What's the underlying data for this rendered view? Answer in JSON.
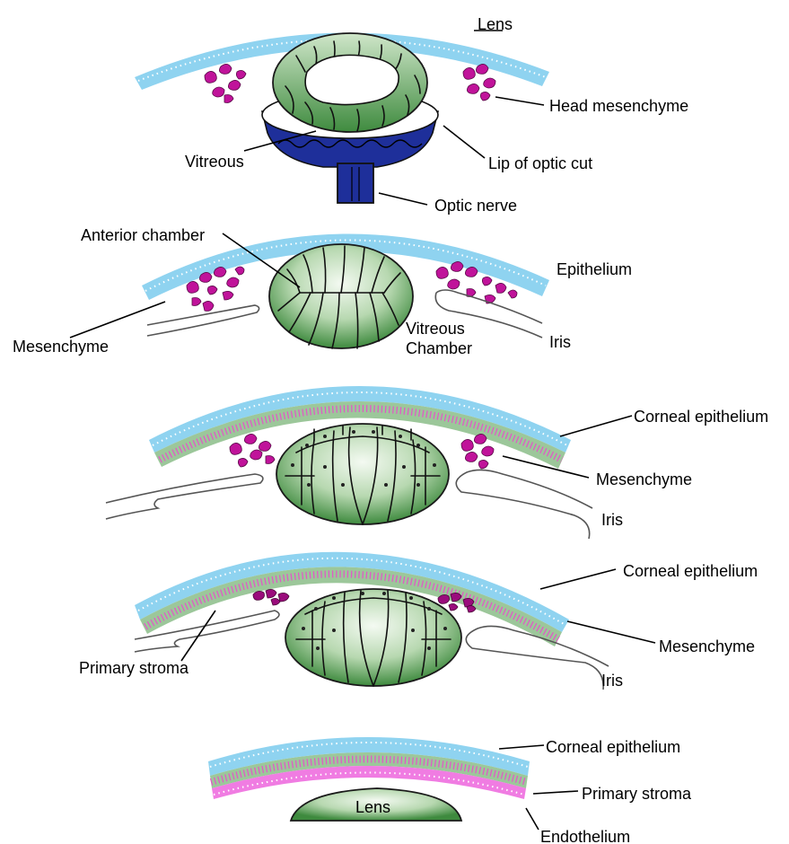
{
  "colors": {
    "cornea_blue": "#8fd3f0",
    "cornea_dots": "#ffffff",
    "stroma_green": "#9cc79a",
    "epithelium_pink": "#e455c8",
    "endothelium_pink": "#f07ce2",
    "mesenchyme_magenta": "#c0139a",
    "lens_green_dark": "#3e8a3e",
    "lens_green_light": "#f4faf2",
    "optic_cup_blue": "#1e2f9a"
  },
  "labels": {
    "stage1": {
      "lens": "Lens",
      "head_mesenchyme": "Head mesenchyme",
      "vitreous": "Vitreous",
      "lip_of_optic_cut": "Lip of optic cut",
      "optic_nerve": "Optic nerve"
    },
    "stage2": {
      "anterior_chamber": "Anterior chamber",
      "epithelium": "Epithelium",
      "mesenchyme": "Mesenchyme",
      "vitreous_chamber_line1": "Vitreous",
      "vitreous_chamber_line2": "Chamber",
      "iris": "Iris"
    },
    "stage3": {
      "corneal_epithelium": "Corneal epithelium",
      "mesenchyme": "Mesenchyme",
      "iris": "Iris"
    },
    "stage4": {
      "corneal_epithelium": "Corneal epithelium",
      "primary_stroma": "Primary stroma",
      "mesenchyme": "Mesenchyme",
      "iris": "Iris"
    },
    "stage5": {
      "corneal_epithelium": "Corneal epithelium",
      "lens": "Lens",
      "primary_stroma": "Primary stroma",
      "endothelium": "Endothelium"
    }
  }
}
